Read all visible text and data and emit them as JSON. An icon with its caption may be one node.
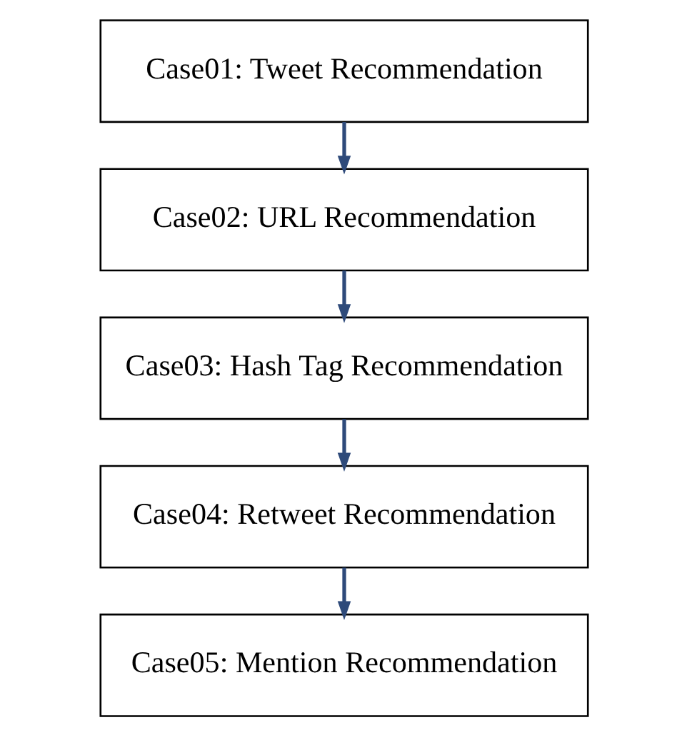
{
  "diagram": {
    "nodes": [
      {
        "text": [
          "Case01: Tweet Recommendation"
        ]
      },
      {
        "text": [
          "Case02: URL Recommendation"
        ]
      },
      {
        "text": [
          "Case03: Hash Tag Recommendation"
        ]
      },
      {
        "text": [
          "Case04: Retweet Recommendation"
        ]
      },
      {
        "text": [
          "Case05: Mention Recommendation"
        ]
      }
    ],
    "edges": [
      {
        "from": 0,
        "to": 1,
        "arrow": "to"
      },
      {
        "from": 1,
        "to": 2,
        "arrow": "to"
      },
      {
        "from": 2,
        "to": 3,
        "arrow": "to"
      },
      {
        "from": 3,
        "to": 4,
        "arrow": "to"
      }
    ]
  }
}
